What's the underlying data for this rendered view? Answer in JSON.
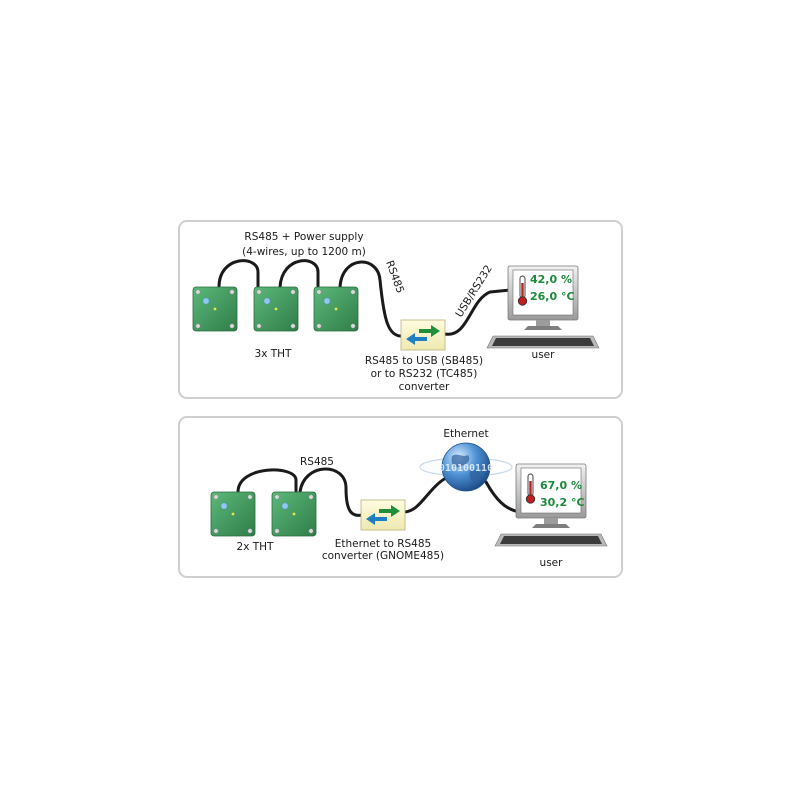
{
  "panel1": {
    "bus_label_line1": "RS485 + Power supply",
    "bus_label_line2": "(4-wires, up to 1200 m)",
    "rs485_label": "RS485",
    "usb_label": "USB/RS232",
    "sensors_label": "3x  THT",
    "converter_line1": "RS485 to USB (SB485)",
    "converter_line2": "or to RS232 (TC485)",
    "converter_line3": "converter",
    "humidity": "42,0 %",
    "temperature": "26,0 °C",
    "user_label": "user"
  },
  "panel2": {
    "rs485_label": "RS485",
    "ethernet_label": "Ethernet",
    "globe_binary": "010100110",
    "sensors_label": "2x  THT",
    "converter_line1": "Ethernet to RS485",
    "converter_line2": "converter (GNOME485)",
    "humidity": "67,0 %",
    "temperature": "30,2 °C",
    "user_label": "user"
  },
  "colors": {
    "panel_border": "#cfcfcf",
    "board_green": "#3f9a5e",
    "board_green_light": "#5cb87a",
    "converter_fill": "#fbf7c8",
    "arrow_green": "#1f8f3a",
    "arrow_blue": "#1f7fc4",
    "reading_green": "#1d8a3c",
    "globe_blue": "#2b6fb8"
  }
}
